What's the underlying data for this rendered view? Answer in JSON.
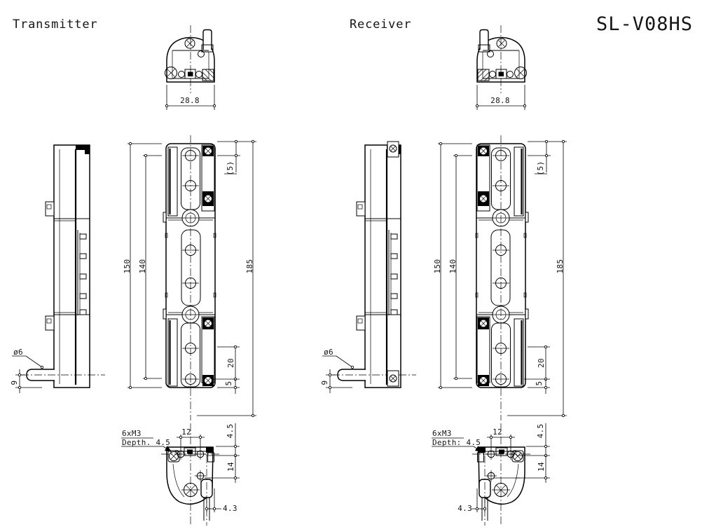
{
  "title": "SL-V08HS",
  "units": {
    "transmitter": {
      "label": "Transmitter",
      "dims": {
        "width": "28.8",
        "body_height": "150",
        "hole_pitch": "140",
        "overall": "185",
        "top_offset": "(5)",
        "lower_hole": "20",
        "bottom_offset": "5",
        "cable_diameter": "ø6",
        "cable_height": "9",
        "thread": "6xM3",
        "thread_depth": "Depth. 4.5",
        "hole_span": "12",
        "face_offset": "4.5",
        "row_spacing": "14",
        "cable_offset": "4.3"
      }
    },
    "receiver": {
      "label": "Receiver",
      "dims": {
        "width": "28.8",
        "body_height": "150",
        "hole_pitch": "140",
        "overall": "185",
        "top_offset": "(5)",
        "lower_hole": "20",
        "bottom_offset": "5",
        "cable_diameter": "ø6",
        "cable_height": "9",
        "thread": "6xM3",
        "thread_depth": "Depth: 4.5",
        "hole_span": "12",
        "face_offset": "4.5",
        "row_spacing": "14",
        "cable_offset": "4.3"
      }
    }
  }
}
